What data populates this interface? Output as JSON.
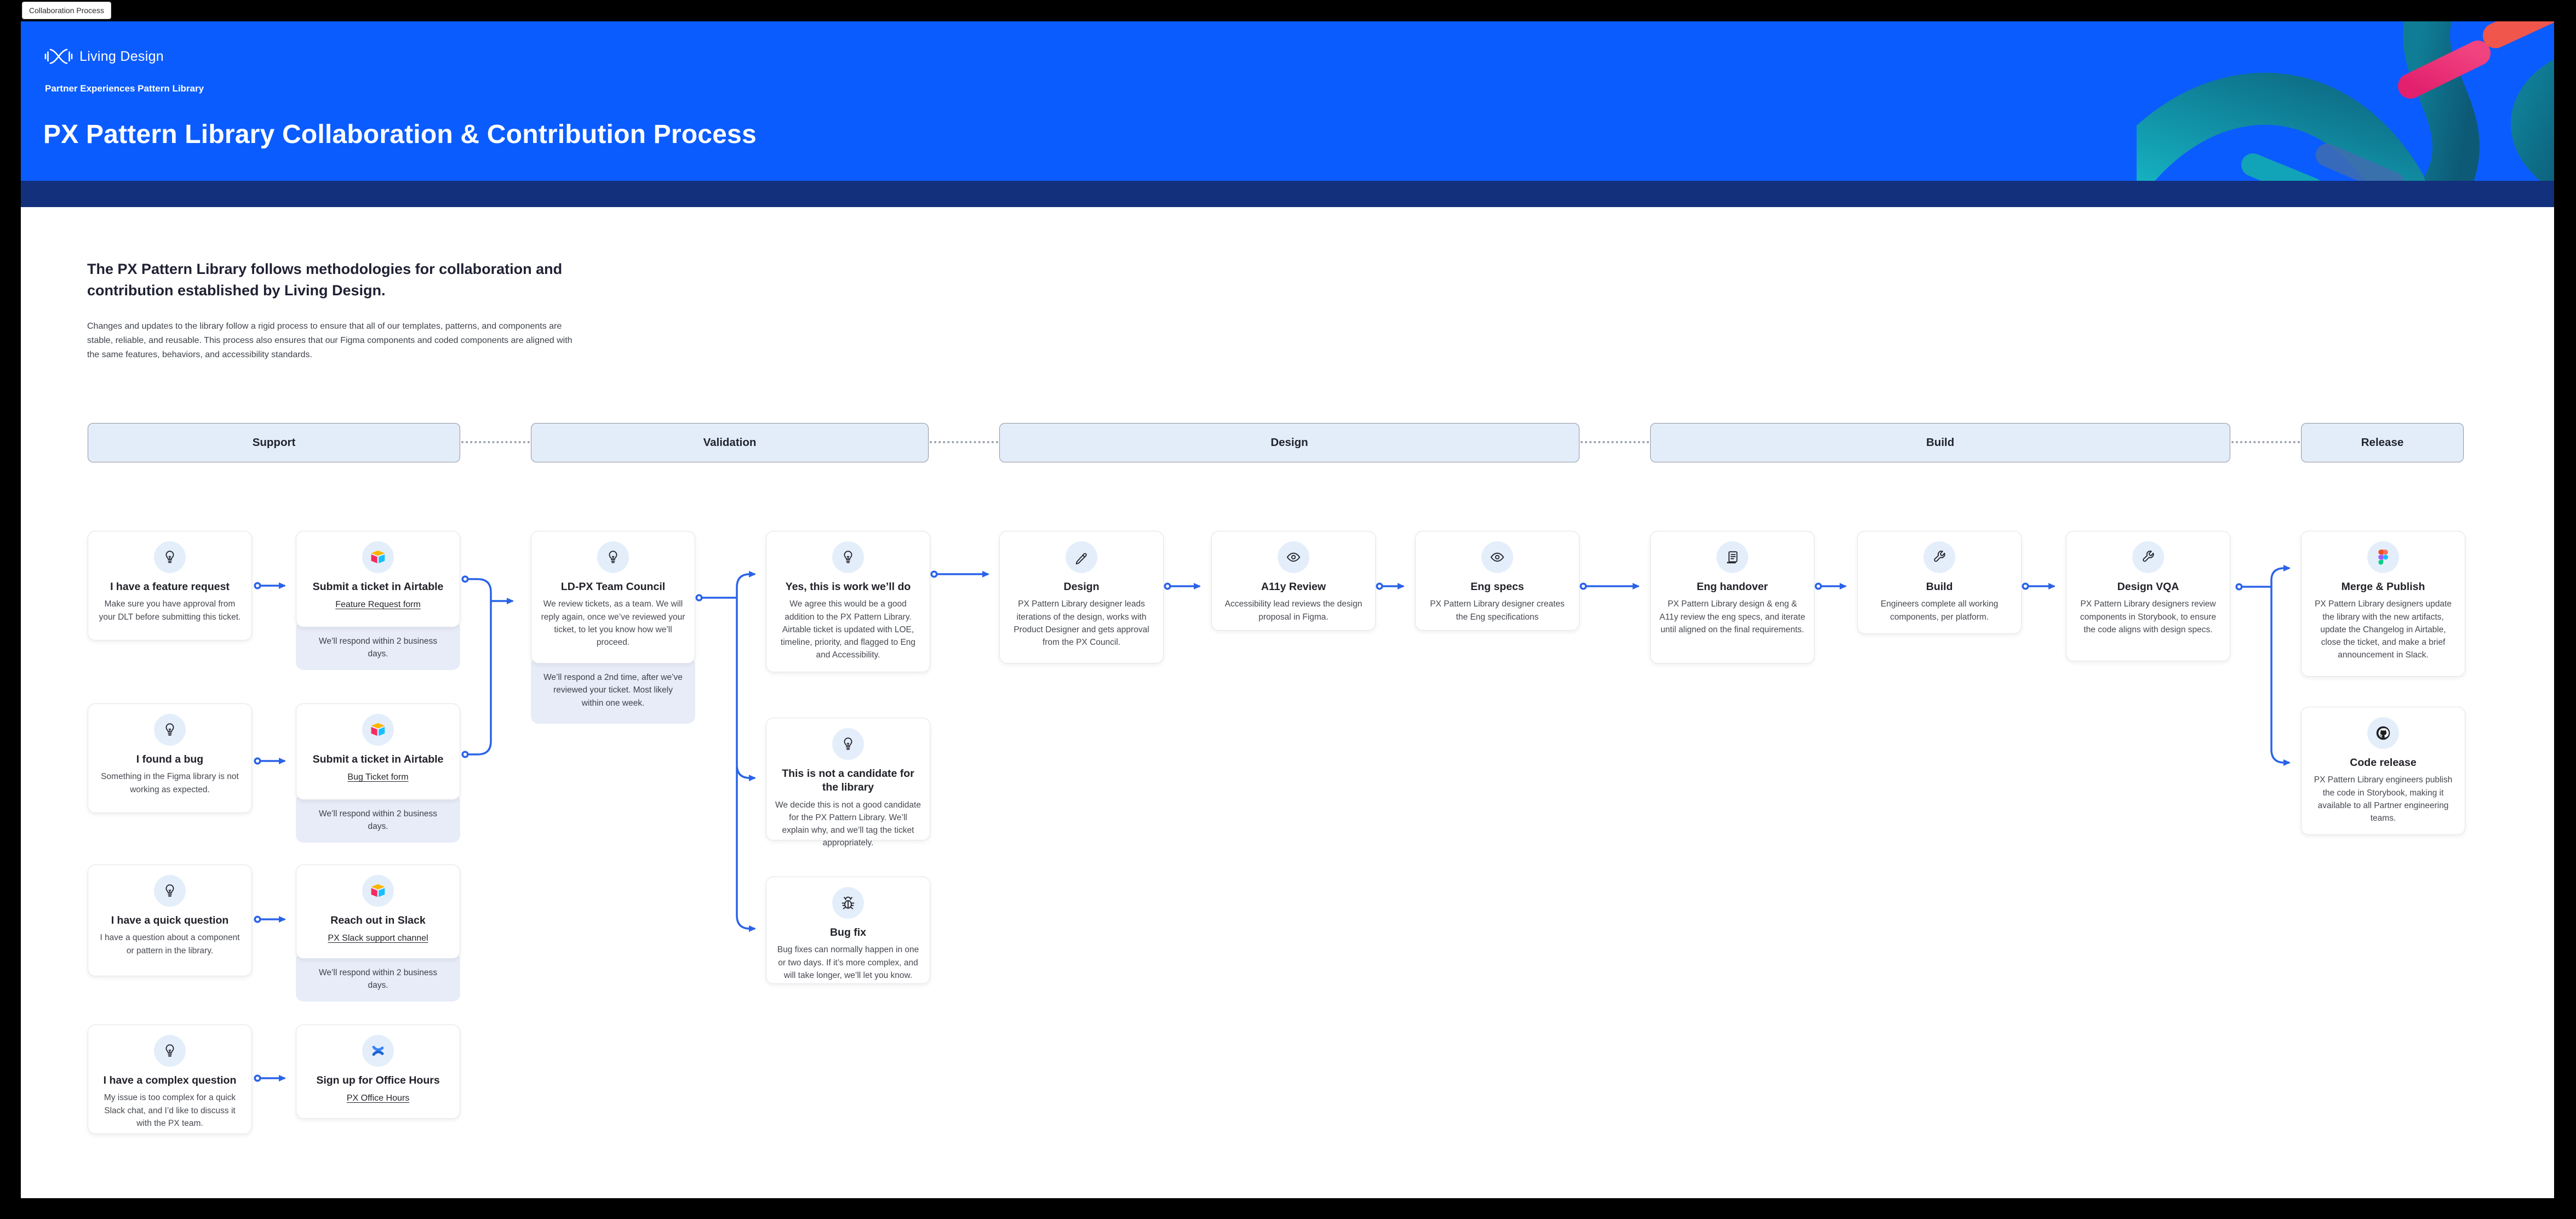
{
  "page": {
    "tab_label": "Collaboration Process"
  },
  "header": {
    "logo_text": "Living Design",
    "breadcrumb": "Partner Experiences Pattern Library",
    "title": "PX Pattern Library Collaboration & Contribution Process"
  },
  "intro": {
    "heading": "The PX Pattern Library follows methodologies for collaboration and contribution established by Living Design.",
    "body": "Changes and updates to the library follow a rigid process to ensure that all of our templates, patterns, and components are stable, reliable, and reusable. This process also ensures that our Figma components and coded components are aligned with the same features, behaviors, and accessibility standards."
  },
  "columns": [
    {
      "label": "Support"
    },
    {
      "label": "Validation"
    },
    {
      "label": "Design"
    },
    {
      "label": "Build"
    },
    {
      "label": "Release"
    }
  ],
  "cards": {
    "feature_request": {
      "icon": "lightbulb-icon",
      "title": "I have a feature request",
      "body": "Make sure you have approval from your DLT before submitting this ticket."
    },
    "ticket_feature": {
      "icon": "airtable-icon",
      "title": "Submit a ticket in Airtable",
      "link": "Feature Request form",
      "note": "We’ll respond within 2 business days."
    },
    "found_bug": {
      "icon": "lightbulb-icon",
      "title": "I found a bug",
      "body": "Something in the Figma library is not working as expected."
    },
    "ticket_bug": {
      "icon": "airtable-icon",
      "title": "Submit a ticket in Airtable",
      "link": "Bug Ticket form",
      "note": "We’ll respond within 2 business days."
    },
    "quick_question": {
      "icon": "lightbulb-icon",
      "title": "I have a quick question",
      "body": "I have a question about a component or pattern in the library."
    },
    "slack": {
      "icon": "airtable-icon",
      "title": "Reach out in Slack",
      "link": "PX Slack support channel",
      "note": "We’ll respond within 2 business days."
    },
    "complex_question": {
      "icon": "lightbulb-icon",
      "title": "I have a complex question",
      "body": "My issue is too complex for a quick Slack chat, and I’d like to discuss it with the PX team."
    },
    "office_hours": {
      "icon": "office-hours-icon",
      "title": "Sign up for Office Hours",
      "link": "PX Office Hours"
    },
    "council": {
      "icon": "lightbulb-icon",
      "title": "LD-PX Team Council",
      "body": "We review tickets, as a team. We will reply again, once we’ve reviewed your ticket, to let you know how we’ll proceed.",
      "note": "We’ll respond a 2nd time, after we’ve reviewed your ticket. Most likely within one week."
    },
    "yes_work": {
      "icon": "lightbulb-icon",
      "title": "Yes, this is work we’ll do",
      "body": "We agree this would be a good addition to the PX Pattern Library. Airtable ticket is updated with LOE, timeline, priority, and flagged to Eng and Accessibility."
    },
    "not_candidate": {
      "icon": "lightbulb-icon",
      "title": "This is not a candidate for the library",
      "body": "We decide this is not a good candidate for the PX Pattern Library. We’ll explain why, and we’ll tag the ticket appropriately."
    },
    "bug_fix": {
      "icon": "bug-icon",
      "title": "Bug fix",
      "body": "Bug fixes can normally happen in one or two days. If it’s more complex, and will take longer, we’ll let you know."
    },
    "design": {
      "icon": "pencil-icon",
      "title": "Design",
      "body": "PX Pattern Library designer leads iterations of the design, works with Product Designer and gets approval from the PX Council."
    },
    "a11y": {
      "icon": "eye-icon",
      "title": "A11y Review",
      "body": "Accessibility lead reviews the design proposal in Figma."
    },
    "eng_specs": {
      "icon": "eye-icon",
      "title": "Eng specs",
      "body": "PX Pattern Library designer creates the Eng specifications"
    },
    "eng_handover": {
      "icon": "spec-document-icon",
      "title": "Eng handover",
      "body": "PX Pattern Library design & eng & A11y review the eng specs, and iterate until aligned on the final requirements."
    },
    "build": {
      "icon": "wrench-icon",
      "title": "Build",
      "body": "Engineers complete all working components, per platform."
    },
    "design_vqa": {
      "icon": "wrench-icon",
      "title": "Design VQA",
      "body": "PX Pattern Library designers review components in Storybook, to ensure the code aligns with design specs."
    },
    "merge_publish": {
      "icon": "figma-icon",
      "title": "Merge & Publish",
      "body": "PX Pattern Library designers update the library with the new artifacts, update the Changelog in Airtable, close the ticket, and make a brief announcement in Slack."
    },
    "code_release": {
      "icon": "github-icon",
      "title": "Code release",
      "body": "PX Pattern Library engineers publish the code in Storybook, making it available to all Partner engineering teams."
    }
  },
  "colors": {
    "accent_blue": "#0b5cff",
    "header_strip": "#13307c",
    "connector_blue": "#2a63e8",
    "note_bg": "#e7ecf8",
    "icon_circle_bg": "#e4eefb",
    "column_header_bg": "#e3ecf9"
  }
}
